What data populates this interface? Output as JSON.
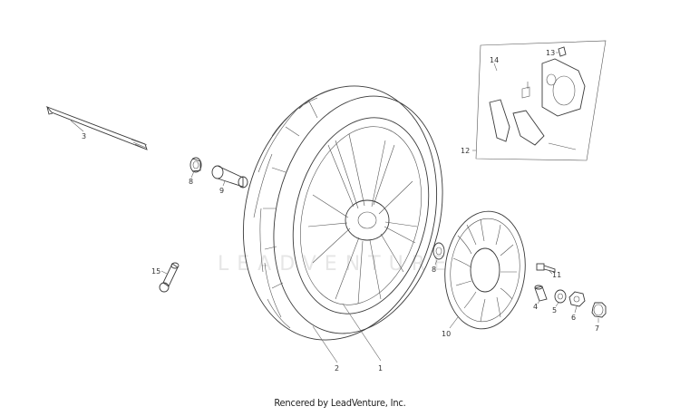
{
  "diagram": {
    "watermark": "LEADVENTURE",
    "callouts": {
      "c1": "1",
      "c2": "2",
      "c3": "3",
      "c4": "4",
      "c5": "5",
      "c6": "6",
      "c7": "7",
      "c8a": "8",
      "c8b": "8",
      "c9": "9",
      "c10": "10",
      "c11": "11",
      "c12": "12",
      "c13": "13",
      "c14": "14",
      "c15": "15"
    },
    "footer": "Rencered by LeadVenture, Inc."
  }
}
